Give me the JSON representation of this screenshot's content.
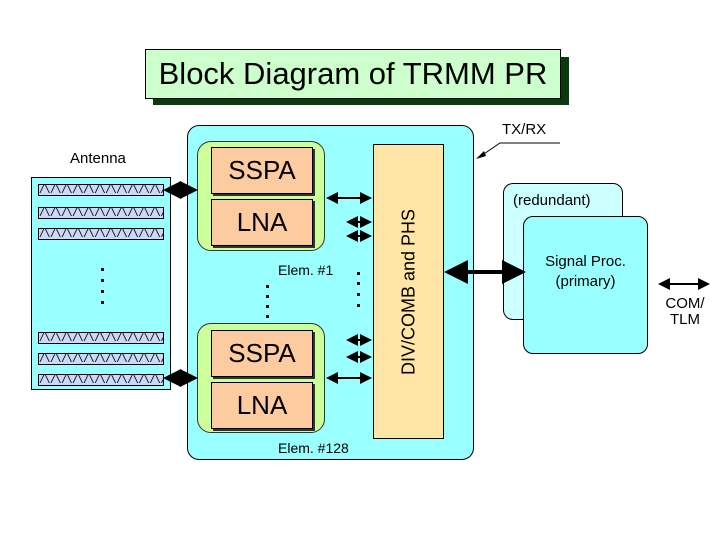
{
  "title": "Block Diagram of TRMM PR",
  "antenna": {
    "label": "Antenna",
    "row_pattern": "/\\/\\/\\/\\/\\/\\/\\/\\/\\/\\/\\/\\"
  },
  "txrx": {
    "label": "TX/RX",
    "elements": [
      {
        "amp_top": "SSPA",
        "amp_bottom": "LNA",
        "label": "Elem. #1"
      },
      {
        "amp_top": "SSPA",
        "amp_bottom": "LNA",
        "label": "Elem. #128"
      }
    ],
    "divcomb_label": "DIV/COMB and PHS"
  },
  "signal_processor": {
    "redundant_label": "(redundant)",
    "primary_line1": "Signal Proc.",
    "primary_line2": "(primary)"
  },
  "interface": {
    "line1": "COM/",
    "line2": "TLM"
  },
  "colors": {
    "title_bg": "#ccffcc",
    "title_shadow": "#0b3b0b",
    "cyan_panel": "#99ffff",
    "light_cyan": "#ccffff",
    "element_group": "#ccff99",
    "amplifier": "#fccca0",
    "divcomb": "#ffe6a6",
    "antenna_row": "#ccd8f8"
  }
}
